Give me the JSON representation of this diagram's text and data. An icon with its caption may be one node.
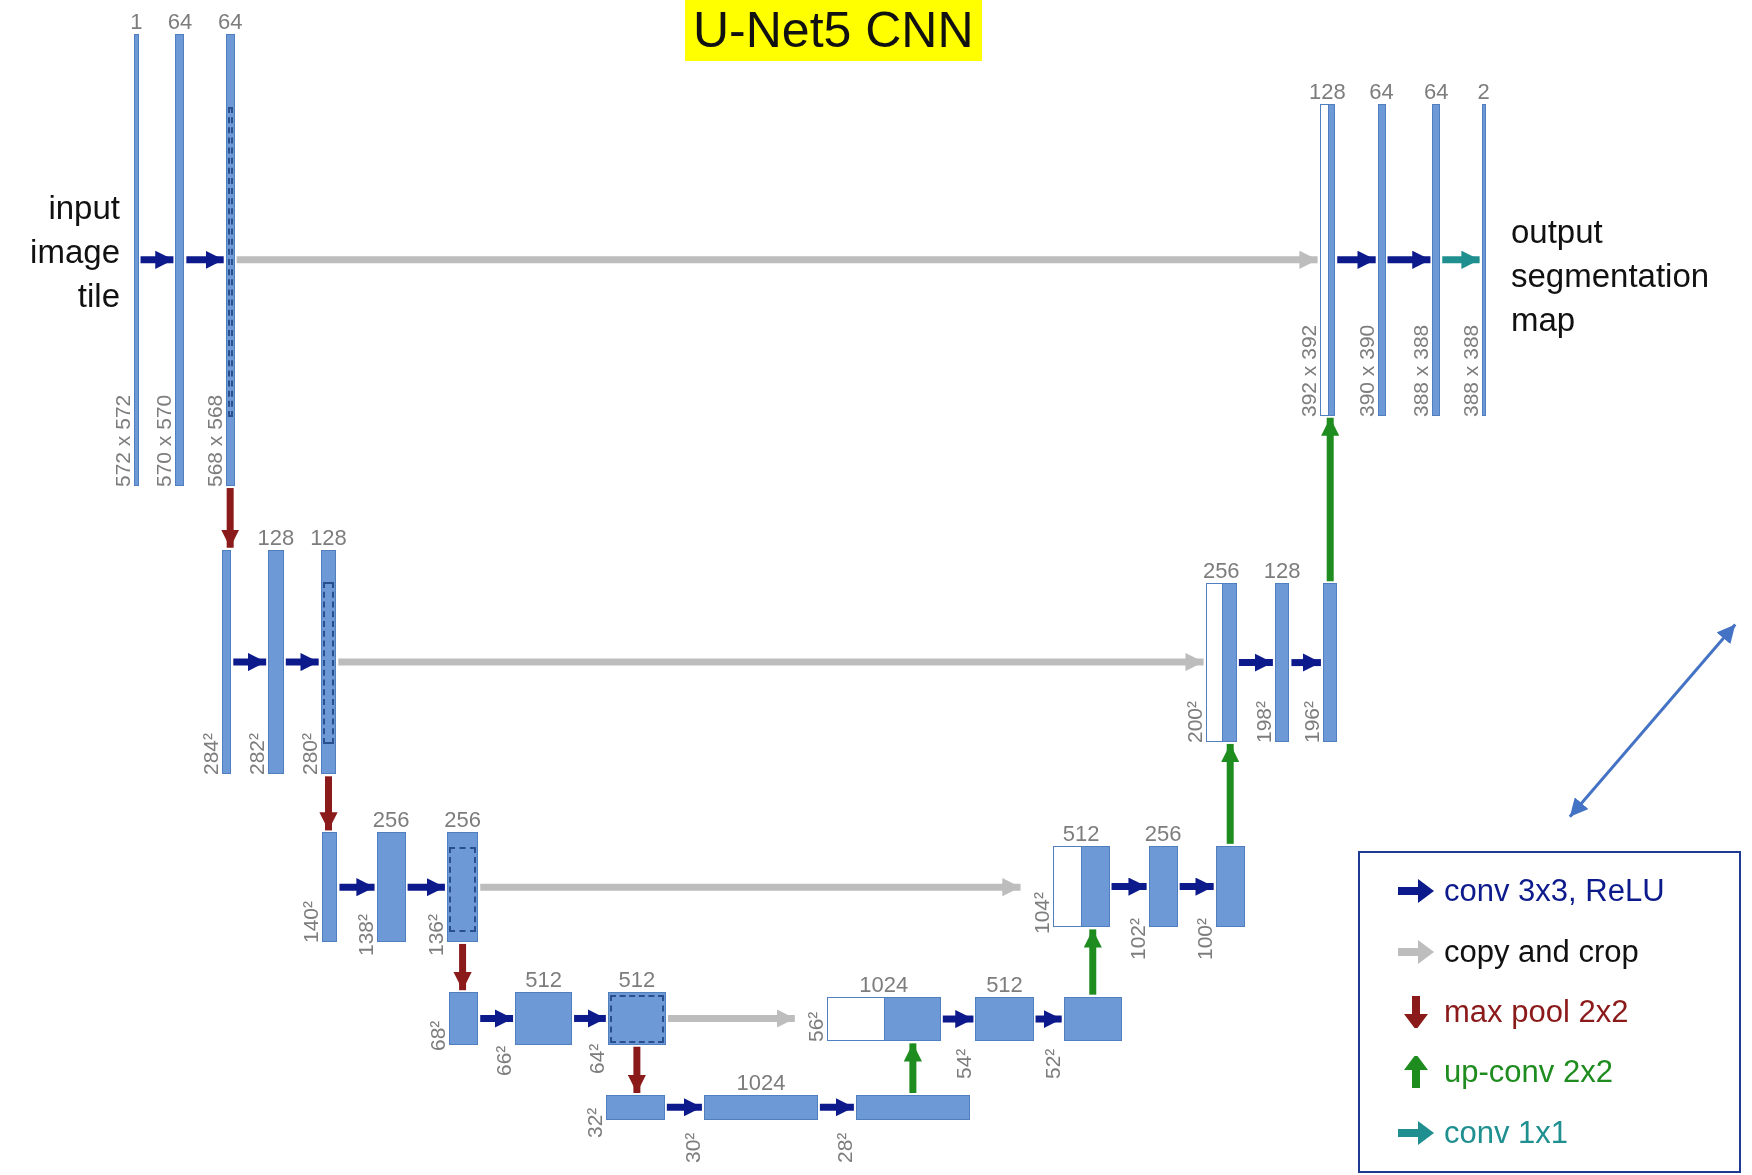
{
  "diagram": {
    "title": "U-Net5 CNN",
    "nodes": [
      {
        "text": [
          "1"
        ],
        "beside": [
          "572 x 572"
        ]
      },
      {
        "text": [
          "64"
        ],
        "beside": [
          "570 x 570"
        ]
      },
      {
        "text": [
          "64"
        ],
        "beside": [
          "568 x 568"
        ]
      },
      {
        "text": [],
        "shape": "bar",
        "beside": [
          "284²"
        ]
      },
      {
        "text": [
          "128"
        ],
        "beside": [
          "282²"
        ]
      },
      {
        "text": [
          "128"
        ],
        "beside": [
          "280²"
        ]
      },
      {
        "text": [],
        "shape": "bar",
        "beside": [
          "140²"
        ]
      },
      {
        "text": [
          "256"
        ],
        "beside": [
          "138²"
        ]
      },
      {
        "text": [
          "256"
        ],
        "beside": [
          "136²"
        ]
      },
      {
        "text": [],
        "shape": "bar",
        "beside": [
          "68²"
        ]
      },
      {
        "text": [
          "512"
        ],
        "beside": [
          "66²"
        ]
      },
      {
        "text": [
          "512"
        ],
        "beside": [
          "64²"
        ]
      },
      {
        "text": [],
        "shape": "bar",
        "beside": [
          "32²"
        ]
      },
      {
        "text": [
          "1024"
        ],
        "beside": [
          "30²"
        ]
      },
      {
        "text": [],
        "shape": "bar",
        "beside": [
          "28²"
        ]
      },
      {
        "text": [
          "1024"
        ],
        "beside": [
          "56²"
        ]
      },
      {
        "text": [
          "512"
        ],
        "beside": [
          "54²"
        ]
      },
      {
        "text": [],
        "shape": "bar",
        "beside": [
          "52²"
        ]
      },
      {
        "text": [
          "512"
        ],
        "beside": [
          "104²"
        ]
      },
      {
        "text": [
          "256"
        ],
        "beside": [
          "102²"
        ]
      },
      {
        "text": [],
        "shape": "bar",
        "beside": [
          "100²"
        ]
      },
      {
        "text": [
          "256"
        ],
        "beside": [
          "200²"
        ]
      },
      {
        "text": [
          "128"
        ],
        "beside": [
          "198²"
        ]
      },
      {
        "text": [],
        "shape": "bar",
        "beside": [
          "196²"
        ]
      },
      {
        "text": [
          "128"
        ],
        "beside": [
          "392 x 392"
        ]
      },
      {
        "text": [
          "64"
        ],
        "beside": [
          "390 x 390"
        ]
      },
      {
        "text": [
          "64"
        ],
        "beside": [
          "388 x 388"
        ]
      },
      {
        "text": [
          "2"
        ],
        "beside": [
          "388 x 388"
        ]
      }
    ],
    "edges": [
      {
        "from": 0,
        "to": 1,
        "arrow": "to"
      },
      {
        "from": 1,
        "to": 2,
        "arrow": "to"
      },
      {
        "from": 3,
        "to": 4,
        "arrow": "to"
      },
      {
        "from": 4,
        "to": 5,
        "arrow": "to"
      },
      {
        "from": 6,
        "to": 7,
        "arrow": "to"
      },
      {
        "from": 7,
        "to": 8,
        "arrow": "to"
      },
      {
        "from": 9,
        "to": 10,
        "arrow": "to"
      },
      {
        "from": 10,
        "to": 11,
        "arrow": "to"
      },
      {
        "from": 12,
        "to": 13,
        "arrow": "to"
      },
      {
        "from": 13,
        "to": 14,
        "arrow": "to"
      },
      {
        "from": 15,
        "to": 16,
        "arrow": "to"
      },
      {
        "from": 16,
        "to": 17,
        "arrow": "to"
      },
      {
        "from": 18,
        "to": 19,
        "arrow": "to"
      },
      {
        "from": 19,
        "to": 20,
        "arrow": "to"
      },
      {
        "from": 21,
        "to": 22,
        "arrow": "to"
      },
      {
        "from": 22,
        "to": 23,
        "arrow": "to"
      },
      {
        "from": 24,
        "to": 25,
        "arrow": "to"
      },
      {
        "from": 25,
        "to": 26,
        "arrow": "to"
      },
      {
        "from": 26,
        "to": 27,
        "arrow": "to",
        "color": "#1f8f8f"
      },
      {
        "from": 2,
        "to": 3,
        "arrow": "to",
        "color": "#8b1a1a"
      },
      {
        "from": 5,
        "to": 6,
        "arrow": "to",
        "color": "#8b1a1a"
      },
      {
        "from": 8,
        "to": 9,
        "arrow": "to",
        "color": "#8b1a1a"
      },
      {
        "from": 11,
        "to": 12,
        "arrow": "to",
        "color": "#8b1a1a"
      },
      {
        "from": 14,
        "to": 15,
        "arrow": "to",
        "color": "#1e8c1e"
      },
      {
        "from": 17,
        "to": 18,
        "arrow": "to",
        "color": "#1e8c1e"
      },
      {
        "from": 20,
        "to": 21,
        "arrow": "to",
        "color": "#1e8c1e"
      },
      {
        "from": 23,
        "to": 24,
        "arrow": "to",
        "color": "#1e8c1e"
      },
      {
        "from": 2,
        "to": 24,
        "arrow": "to",
        "color": "#bdbdbd"
      },
      {
        "from": 5,
        "to": 21,
        "arrow": "to",
        "color": "#bdbdbd"
      },
      {
        "from": 8,
        "to": 18,
        "arrow": "to",
        "color": "#bdbdbd"
      },
      {
        "from": 11,
        "to": 15,
        "arrow": "to",
        "color": "#bdbdbd"
      }
    ],
    "labels": [
      "input image tile",
      "output segmentation map"
    ],
    "legend": [
      {
        "text": "conv 3x3, ReLU"
      },
      {
        "text": "copy and crop"
      },
      {
        "text": "max pool 2x2"
      },
      {
        "text": "up-conv 2x2"
      },
      {
        "text": "conv 1x1"
      }
    ]
  }
}
